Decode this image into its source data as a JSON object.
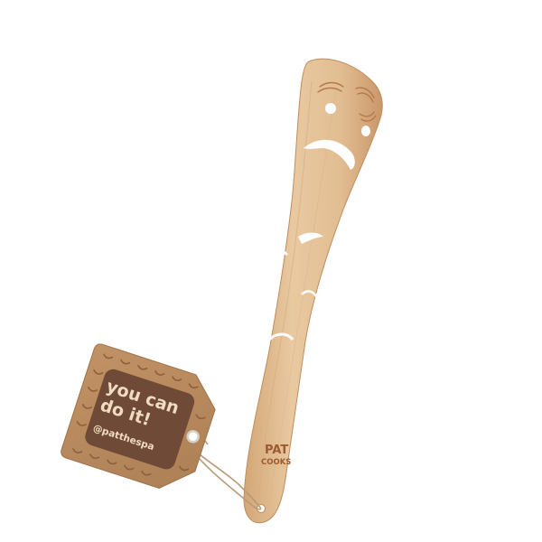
{
  "tag": {
    "line1": "you can",
    "line2": "do it!",
    "handle": "@patthespa"
  },
  "spatula": {
    "brand_line1": "PAT",
    "brand_line2": "COOKS"
  },
  "colors": {
    "wood_light": "#e6c39a",
    "wood_mid": "#d9b083",
    "wood_dark": "#c4935f",
    "tag_kraft": "#b88a5e",
    "tag_panel": "#6f4a37",
    "engrave": "#9c5a30",
    "background": "#ffffff"
  }
}
